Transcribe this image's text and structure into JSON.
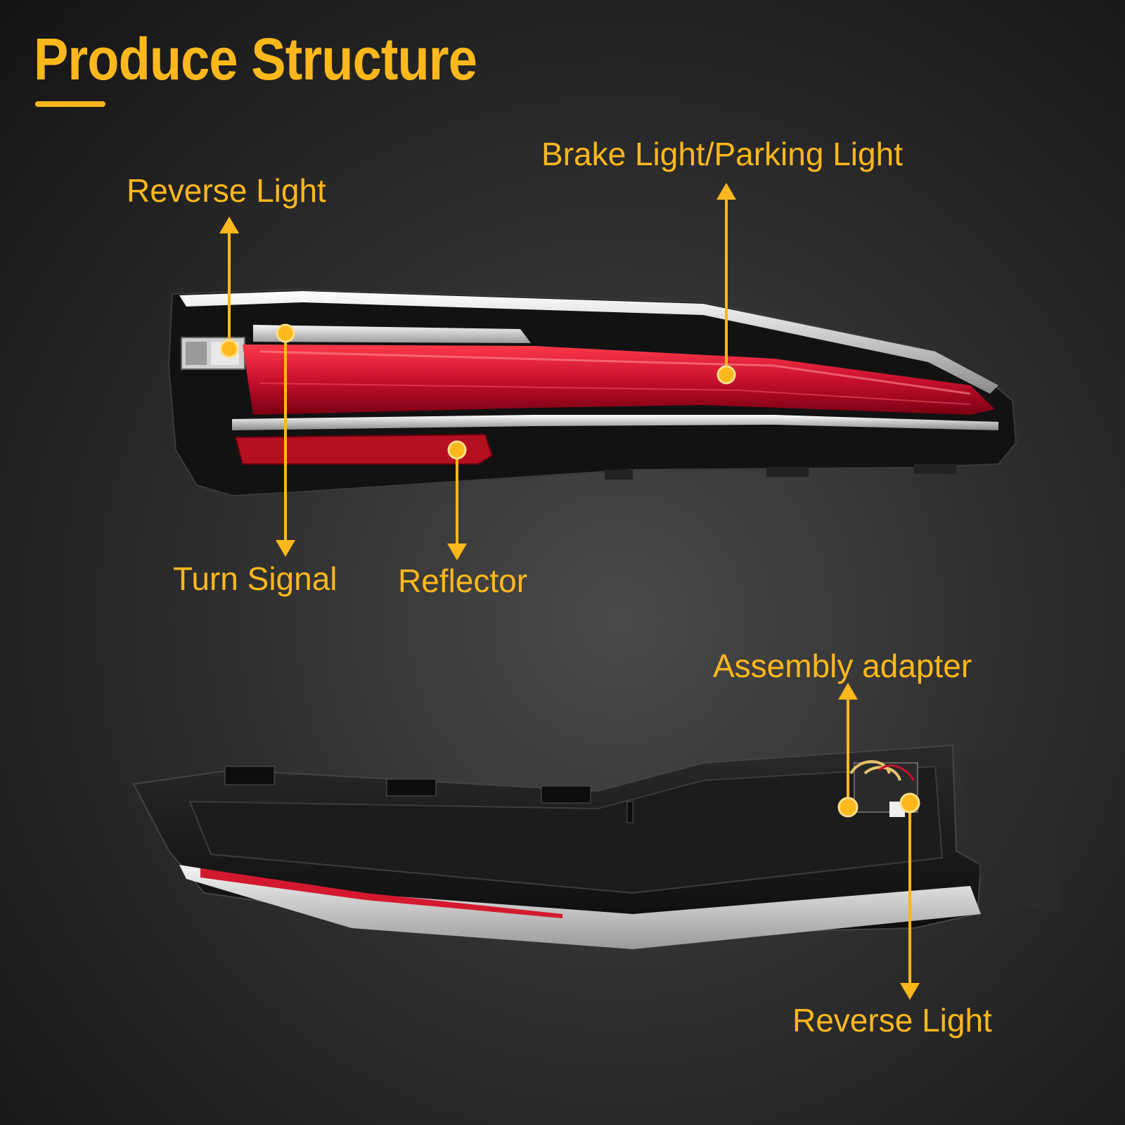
{
  "title": "Produce Structure",
  "colors": {
    "accent": "#FFB81C",
    "lens_red": "#C8102E",
    "housing": "#1a1a1a",
    "chrome": "#d9d9d9"
  },
  "labels": {
    "reverse_light_top": "Reverse Light",
    "brake_parking": "Brake Light/Parking Light",
    "turn_signal": "Turn Signal",
    "reflector": "Reflector",
    "assembly_adapter": "Assembly adapter",
    "reverse_light_bottom": "Reverse Light"
  }
}
